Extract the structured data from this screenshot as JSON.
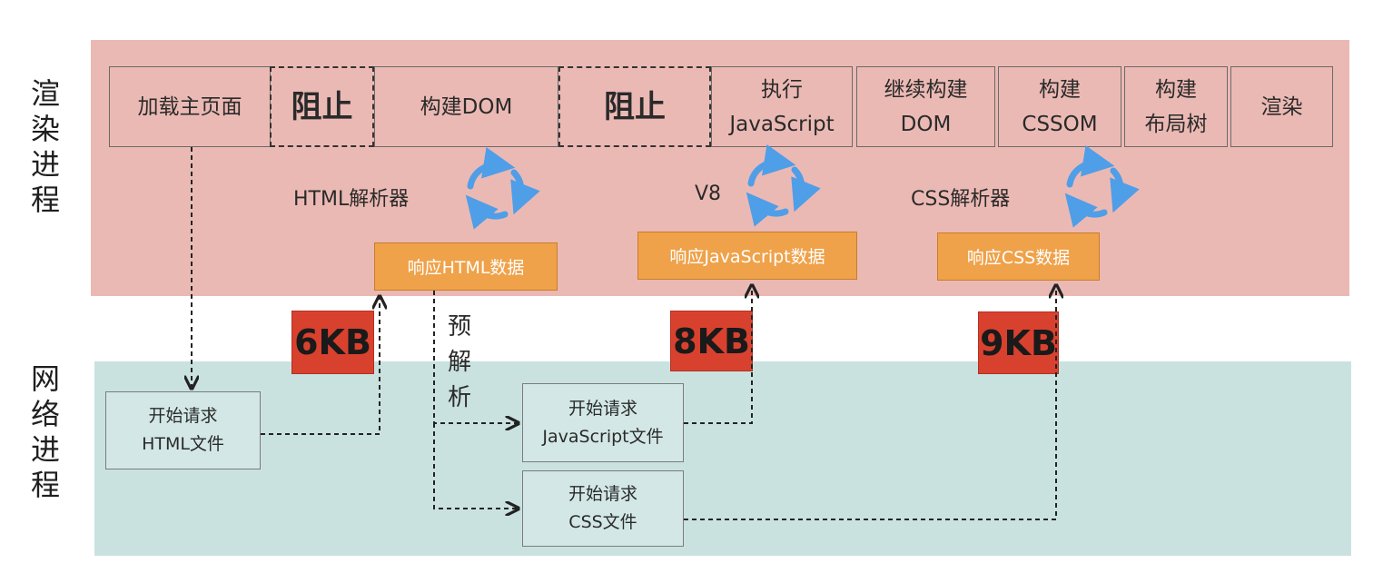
{
  "lanes": {
    "render": "渲\n染\n进\n程",
    "network": "网\n络\n进\n程"
  },
  "stages": [
    "加载主页面",
    "阻止",
    "构建DOM",
    "阻止",
    "执行\nJavaScript",
    "继续构建\nDOM",
    "构建\nCSSOM",
    "构建\n布局树",
    "渲染"
  ],
  "parsers": {
    "html": "HTML解析器",
    "v8": "V8",
    "css": "CSS解析器"
  },
  "responses": {
    "html": "响应HTML数据",
    "js": "响应JavaScript数据",
    "css": "响应CSS数据"
  },
  "sizes": {
    "html": "6KB",
    "js": "8KB",
    "css": "9KB"
  },
  "requests": {
    "html": "开始请求\nHTML文件",
    "js": "开始请求\nJavaScript文件",
    "css": "开始请求\nCSS文件"
  },
  "preparse": "预\n解\n析",
  "colors": {
    "render_band": "#ebb9b4",
    "network_band": "#c9e2e0",
    "response_box": "#efa24a",
    "size_badge": "#d9412f",
    "cycle_icon": "#4f9ee8"
  }
}
